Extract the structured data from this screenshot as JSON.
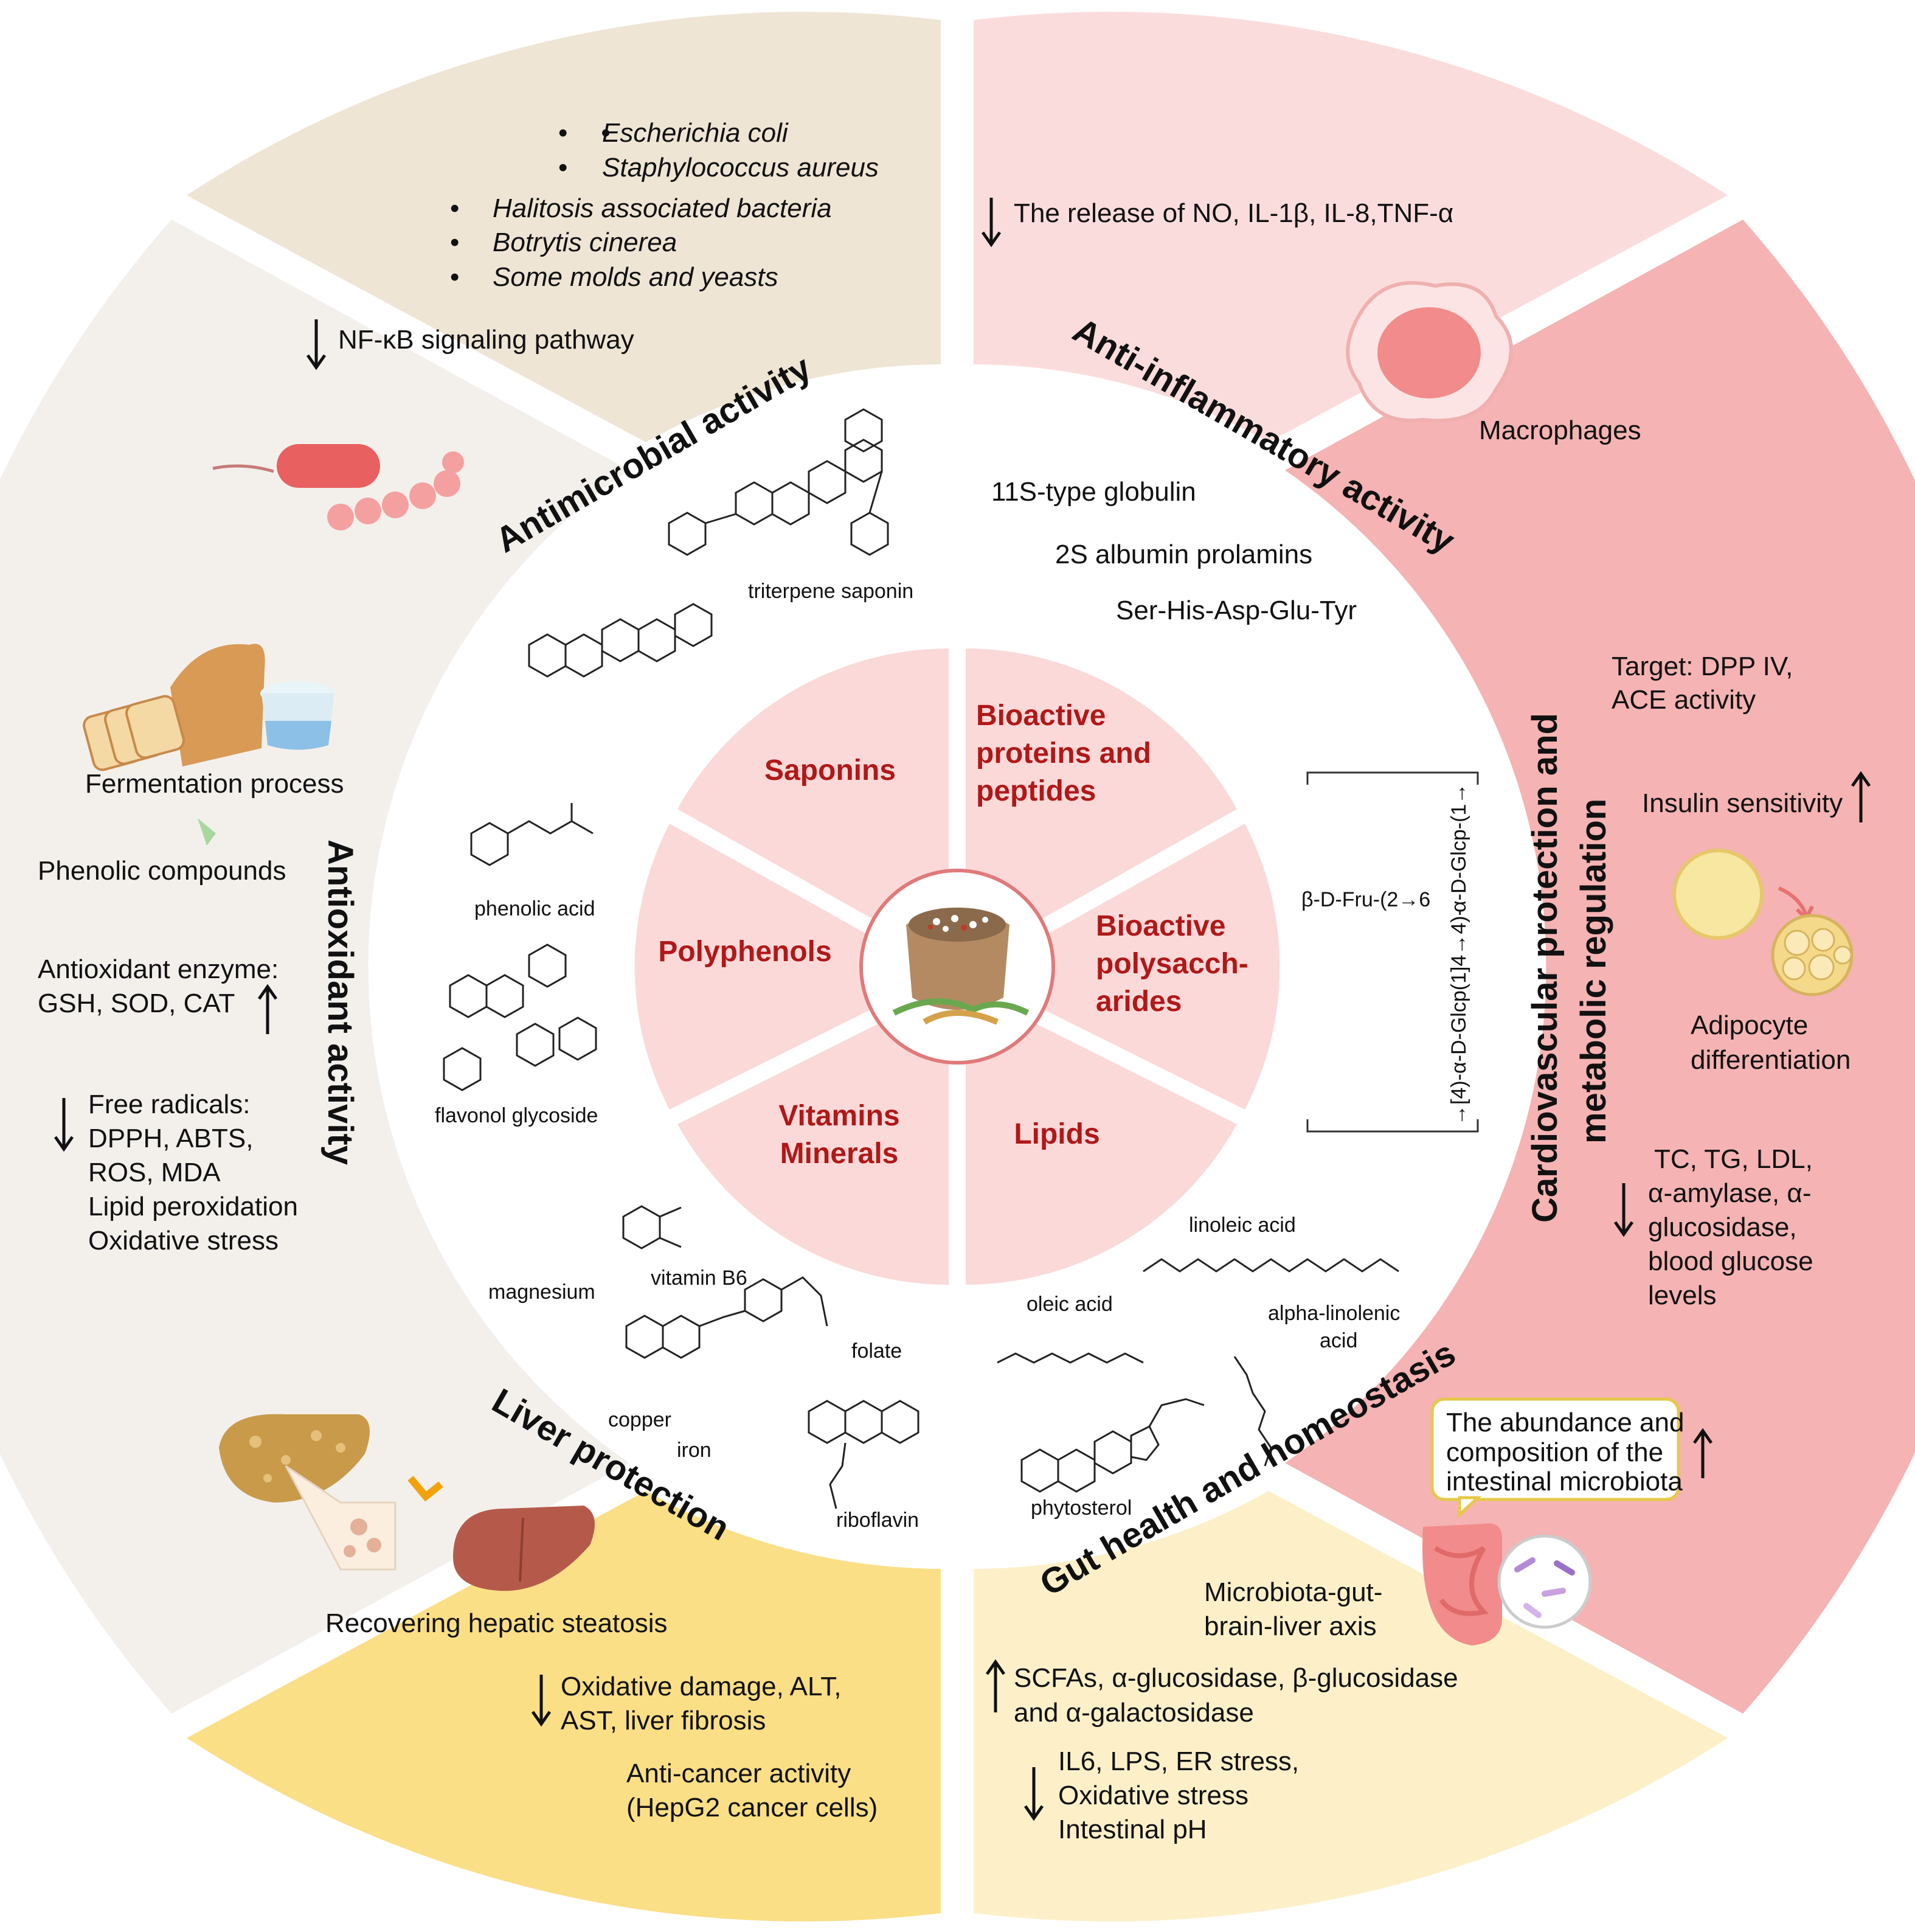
{
  "center": {
    "categories": {
      "saponins": "Saponins",
      "proteins": [
        "Bioactive",
        "proteins and",
        "peptides"
      ],
      "polysaccharides": [
        "Bioactive",
        "polysacch-",
        "arides"
      ],
      "lipids": "Lipids",
      "vitamins": [
        "Vitamins",
        "Minerals"
      ],
      "polyphenols": "Polyphenols"
    }
  },
  "compounds": {
    "triterpene_saponin": "triterpene saponin",
    "globulin": "11S-type globulin",
    "albumin": "2S albumin prolamins",
    "peptide": "Ser-His-Asp-Glu-Tyr",
    "phenolic_acid": "phenolic acid",
    "flavonol_glycoside": "flavonol glycoside",
    "polysaccharide_formula_top": "β-D-Fru-(2→6  α-D-Glcp-(1→",
    "polysaccharide_formula_bottom": "→[4)-α-D-Glcp(1]4→4)-",
    "vitamin_b6": "vitamin B6",
    "magnesium": "magnesium",
    "folate": "folate",
    "copper": "copper",
    "iron": "iron",
    "riboflavin": "riboflavin",
    "linoleic_acid": "linoleic acid",
    "oleic_acid": "oleic acid",
    "alpha_linolenic": [
      "alpha-linolenic",
      "acid"
    ],
    "phytosterol": "phytosterol"
  },
  "sections": {
    "antimicrobial": {
      "title": "Antimicrobial activity",
      "bullets": [
        "Escherichia coli",
        "Staphylococcus aureus",
        "Halitosis associated bacteria",
        "Botrytis cinerea",
        "Some molds and yeasts"
      ],
      "down": "NF-κB signaling pathway"
    },
    "anti_inflammatory": {
      "title": "Anti-inflammatory activity",
      "down": "The release of NO, IL-1β, IL-8,TNF-α",
      "cell": "Macrophages"
    },
    "cardio": {
      "title": [
        "Cardiovascular protection and",
        "metabolic regulation"
      ],
      "target": [
        "Target: DPP IV,",
        "ACE activity"
      ],
      "insulin": "Insulin sensitivity",
      "adipocyte": [
        "Adipocyte",
        "differentiation"
      ],
      "down": [
        "TC, TG, LDL,",
        "α-amylase, α-",
        "glucosidase,",
        "blood glucose",
        "levels"
      ]
    },
    "gut": {
      "title": "Gut health and homeostasis",
      "bubble": [
        "The abundance and",
        "composition of the",
        "intestinal microbiota"
      ],
      "axis": [
        "Microbiota-gut-",
        "brain-liver axis"
      ],
      "up": [
        "SCFAs, α-glucosidase, β-glucosidase",
        "and α-galactosidase"
      ],
      "down": [
        "IL6, LPS, ER stress,",
        "Oxidative stress",
        "Intestinal pH"
      ]
    },
    "liver": {
      "title": "Liver protection",
      "recover": "Recovering hepatic steatosis",
      "down": [
        "Oxidative damage, ALT,",
        "AST, liver fibrosis"
      ],
      "cancer": [
        "Anti-cancer activity",
        "(HepG2 cancer cells)"
      ]
    },
    "antioxidant": {
      "title": "Antioxidant activity",
      "fermentation": "Fermentation process",
      "phenolic": "Phenolic compounds",
      "enzyme": [
        "Antioxidant enzyme:",
        "GSH, SOD, CAT"
      ],
      "down": [
        "Free radicals:",
        "DPPH, ABTS,",
        "ROS, MDA",
        "Lipid peroxidation",
        "Oxidative stress"
      ]
    }
  },
  "colors": {
    "antimicrobial": "#efe5d5",
    "anti_inflammatory": "#fbdcdc",
    "cardio": "#f5b3b3",
    "gut": "#fdf0c9",
    "liver": "#fbdf86",
    "antioxidant": "#f3f0ec",
    "center_petal": "#fbd9d9",
    "category_text": "#b01818"
  }
}
